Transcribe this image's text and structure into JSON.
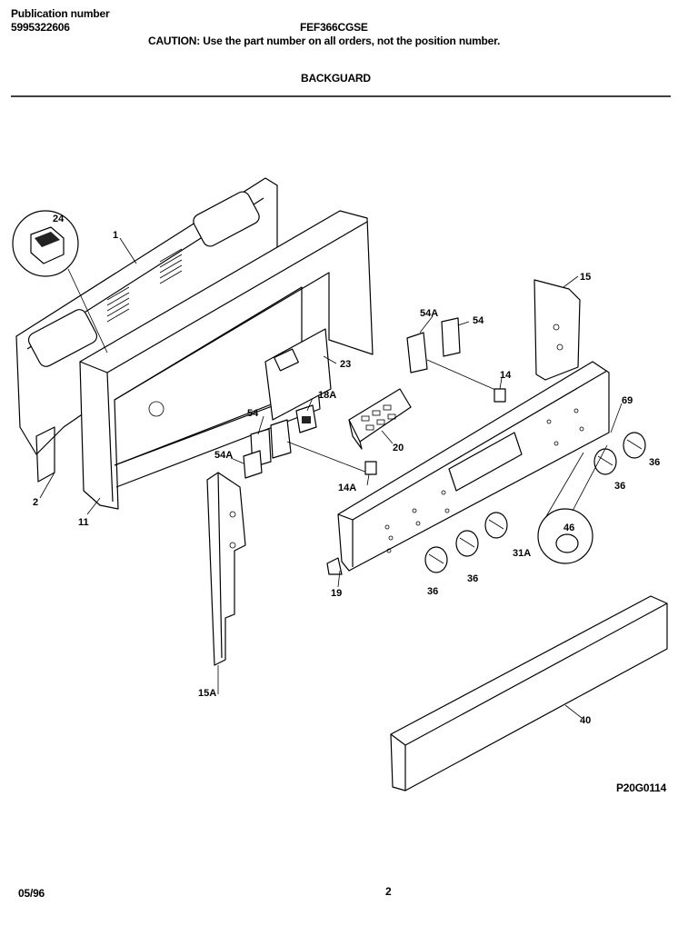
{
  "header": {
    "pub_label": "Publication number",
    "pub_number": "5995322606",
    "model": "FEF366CGSE",
    "caution": "CAUTION:  Use the part number on all orders, not the position number.",
    "section": "BACKGUARD"
  },
  "callouts": {
    "c1": "1",
    "c2": "2",
    "c11": "11",
    "c14": "14",
    "c14a": "14A",
    "c15": "15",
    "c15a": "15A",
    "c18a": "18A",
    "c19": "19",
    "c20": "20",
    "c23": "23",
    "c24": "24",
    "c31a": "31A",
    "c36a": "36",
    "c36b": "36",
    "c36c": "36",
    "c36d": "36",
    "c40": "40",
    "c46": "46",
    "c54a": "54",
    "c54b": "54",
    "c54a1": "54A",
    "c54a2": "54A",
    "c69": "69"
  },
  "footer": {
    "figure_code": "P20G0114",
    "date": "05/96",
    "page": "2"
  }
}
